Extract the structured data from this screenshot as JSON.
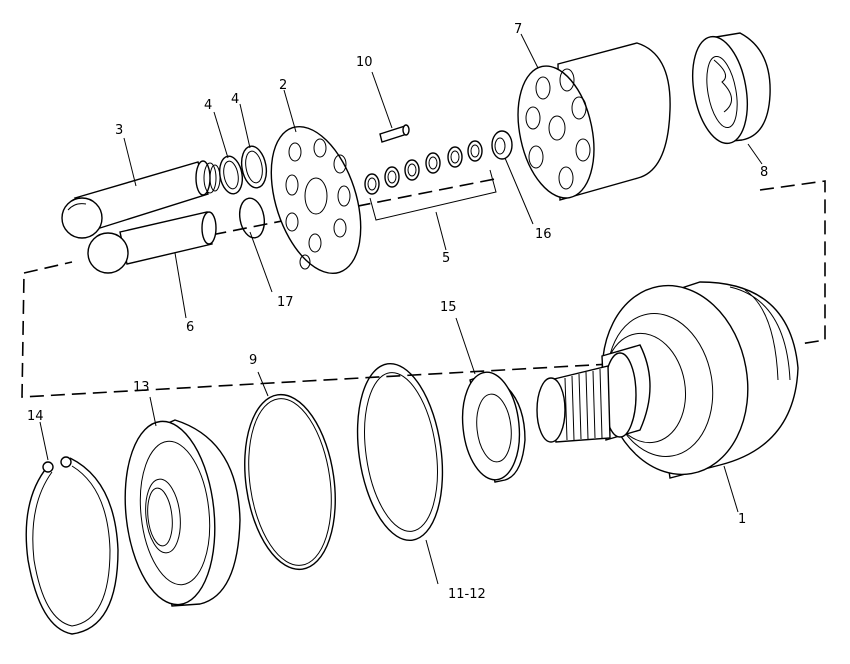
{
  "callouts": [
    {
      "key": "c1",
      "part": "housing",
      "text": "1"
    },
    {
      "key": "c2",
      "part": "port-plate",
      "text": "2"
    },
    {
      "key": "c3",
      "part": "shaft",
      "text": "3"
    },
    {
      "key": "c4a",
      "part": "seal-ring-a",
      "text": "4"
    },
    {
      "key": "c4b",
      "part": "seal-ring-b",
      "text": "4"
    },
    {
      "key": "c5",
      "part": "piston-shoes",
      "text": "5"
    },
    {
      "key": "c6",
      "part": "piston",
      "text": "6"
    },
    {
      "key": "c7",
      "part": "cylinder-block",
      "text": "7"
    },
    {
      "key": "c8",
      "part": "end-cap",
      "text": "8"
    },
    {
      "key": "c9",
      "part": "o-ring",
      "text": "9"
    },
    {
      "key": "c10",
      "part": "pin",
      "text": "10"
    },
    {
      "key": "c1112",
      "part": "shim",
      "text": "11-12"
    },
    {
      "key": "c13",
      "part": "retainer",
      "text": "13"
    },
    {
      "key": "c14",
      "part": "snap-ring",
      "text": "14"
    },
    {
      "key": "c15",
      "part": "bearing-ring",
      "text": "15"
    },
    {
      "key": "c16",
      "part": "washer",
      "text": "16"
    },
    {
      "key": "c17",
      "part": "small-o-ring",
      "text": "17"
    }
  ]
}
